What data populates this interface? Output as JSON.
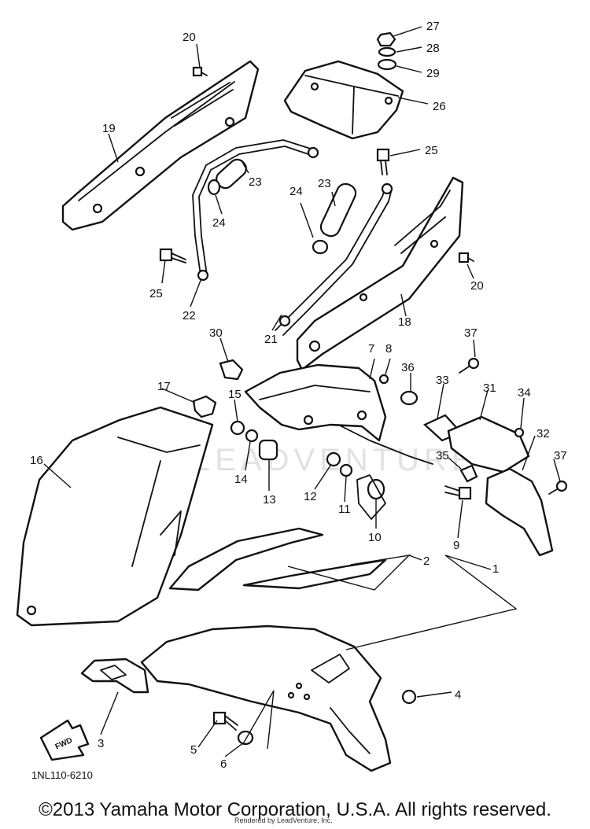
{
  "diagram": {
    "part_labels": [
      "1",
      "2",
      "3",
      "4",
      "5",
      "6",
      "7",
      "8",
      "9",
      "10",
      "11",
      "12",
      "13",
      "14",
      "15",
      "16",
      "17",
      "18",
      "19",
      "20",
      "20",
      "21",
      "22",
      "23",
      "23",
      "24",
      "24",
      "25",
      "25",
      "26",
      "27",
      "28",
      "29",
      "30",
      "31",
      "32",
      "33",
      "34",
      "35",
      "36",
      "37",
      "37"
    ],
    "watermark": "LEADVENTURE",
    "diagram_code": "1NL110-6210",
    "fwd_label": "FWD"
  },
  "footer": {
    "copyright": "©2013 Yamaha Motor Corporation, U.S.A. All rights reserved.",
    "rendered_by": "Rendered by LeadVenture, Inc."
  }
}
